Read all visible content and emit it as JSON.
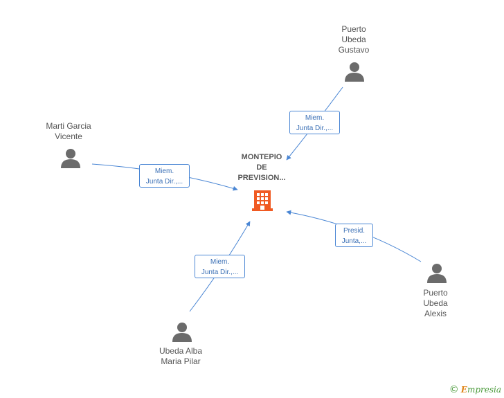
{
  "company": {
    "name": "MONTEPIO\nDE\nPREVISION...",
    "icon": "building-icon",
    "color": "#f05a22"
  },
  "people": [
    {
      "id": "puerto-ubeda-gustavo",
      "name": "Puerto\nUbeda\nGustavo",
      "icon": "person-icon"
    },
    {
      "id": "marti-garcia-vicente",
      "name": "Marti Garcia\nVicente",
      "icon": "person-icon"
    },
    {
      "id": "puerto-ubeda-alexis",
      "name": "Puerto\nUbeda\nAlexis",
      "icon": "person-icon"
    },
    {
      "id": "ubeda-alba-maria-pilar",
      "name": "Ubeda Alba\nMaria Pilar",
      "icon": "person-icon"
    }
  ],
  "relations": [
    {
      "line1": "Miem.",
      "line2": "Junta Dir.,..."
    },
    {
      "line1": "Miem.",
      "line2": "Junta Dir.,..."
    },
    {
      "line1": "Presid.",
      "line2": "Junta,..."
    },
    {
      "line1": "Miem.",
      "line2": "Junta Dir.,..."
    }
  ],
  "brand": {
    "copyright": "©",
    "e": "E",
    "rest": "mpresia"
  },
  "colors": {
    "edge": "#4a86d4",
    "person": "#6b6b6b",
    "company": "#f05a22"
  }
}
